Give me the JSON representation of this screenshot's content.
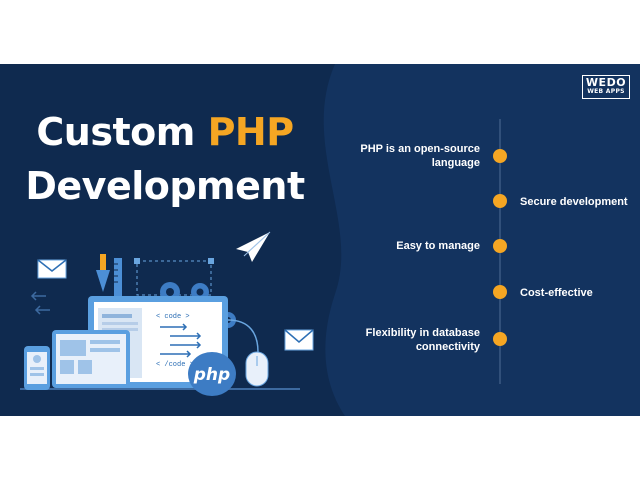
{
  "title": {
    "line1_plain": "Custom",
    "line1_accent": "PHP",
    "line2": "Development"
  },
  "logo": {
    "line1": "WEDO",
    "line2": "WEB APPS"
  },
  "features": [
    {
      "label": "PHP is an open-source language",
      "line1": "PHP is an open-source",
      "line2": "language",
      "side": "left"
    },
    {
      "label": "Secure development",
      "side": "right"
    },
    {
      "label": "Easy to manage",
      "side": "left"
    },
    {
      "label": "Cost-effective",
      "side": "right"
    },
    {
      "label": "Flexibility in database connectivity",
      "line1": "Flexibility in database",
      "line2": "connectivity",
      "side": "left"
    }
  ],
  "illustration": {
    "code_lines": [
      "< code >",
      "< /code >"
    ],
    "badge": "php"
  },
  "colors": {
    "background": "#0f2a4f",
    "accent": "#f5a623",
    "text": "#ffffff",
    "timeline_dot": "#f5a623"
  },
  "icons": [
    "paper-plane-icon",
    "envelope-icon",
    "pen-nib-icon",
    "ruler-icon",
    "gear-icon",
    "mouse-icon",
    "phone-icon",
    "tablet-icon",
    "monitor-icon"
  ]
}
